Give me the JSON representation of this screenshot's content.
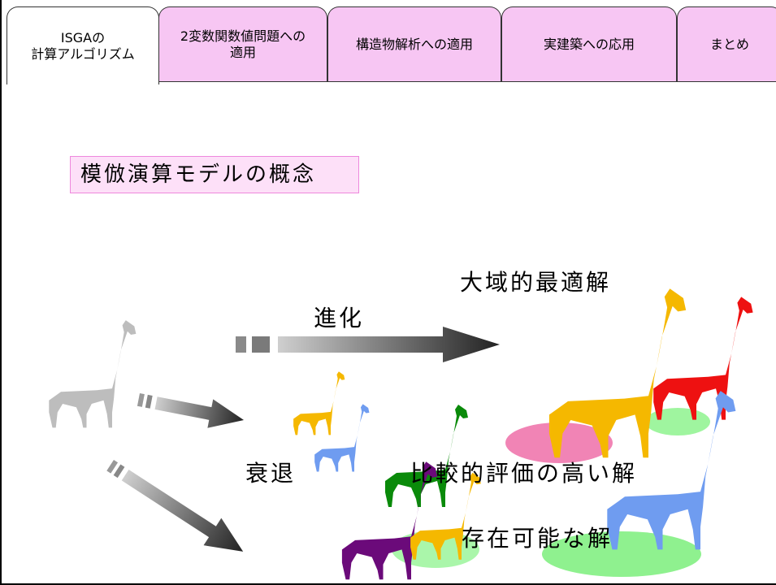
{
  "tabs": [
    {
      "label": "ISGAの\n計算アルゴリズム"
    },
    {
      "label": "2変数関数値問題への\n適用"
    },
    {
      "label": "構造物解析への適用"
    },
    {
      "label": "実建築への応用"
    },
    {
      "label": "まとめ"
    }
  ],
  "concept_title": "模倣演算モデルの概念",
  "labels": {
    "evolution": "進化",
    "global_optimum": "大域的最適解",
    "decline": "衰退",
    "relatively_high": "比較的評価の高い解",
    "feasible": "存在可能な解"
  },
  "colors": {
    "tab_fill": "#f7c6f3",
    "concept_fill": "#fde0f8",
    "ancestor": "#bdbdbd",
    "yellow": "#f5b800",
    "red": "#ee1111",
    "blue": "#6f9cf0",
    "green": "#0a8a0a",
    "purple": "#6b0a7a",
    "ellipse_pink": "#ef6fa8",
    "ellipse_green": "#7cf07c"
  }
}
